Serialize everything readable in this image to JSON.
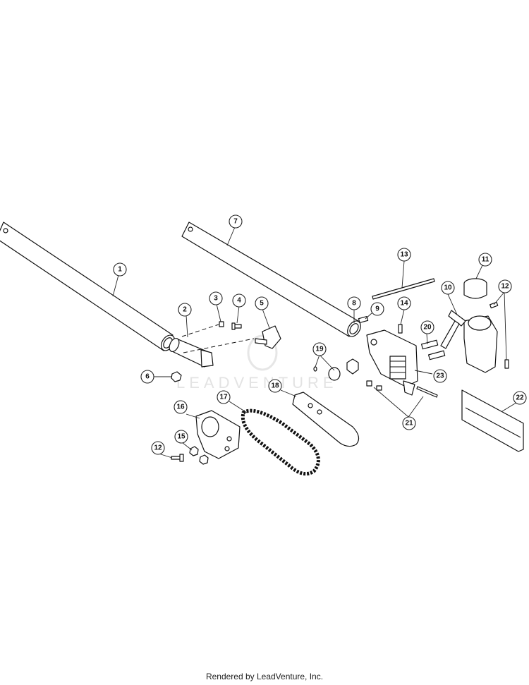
{
  "diagram": {
    "watermark": "LEADVENTURE",
    "callouts": [
      "1",
      "2",
      "3",
      "4",
      "5",
      "6",
      "7",
      "8",
      "9",
      "10",
      "11",
      "12",
      "12",
      "13",
      "14",
      "15",
      "16",
      "17",
      "18",
      "19",
      "20",
      "21",
      "22",
      "23"
    ]
  },
  "footer": {
    "text": "Rendered by LeadVenture, Inc."
  }
}
